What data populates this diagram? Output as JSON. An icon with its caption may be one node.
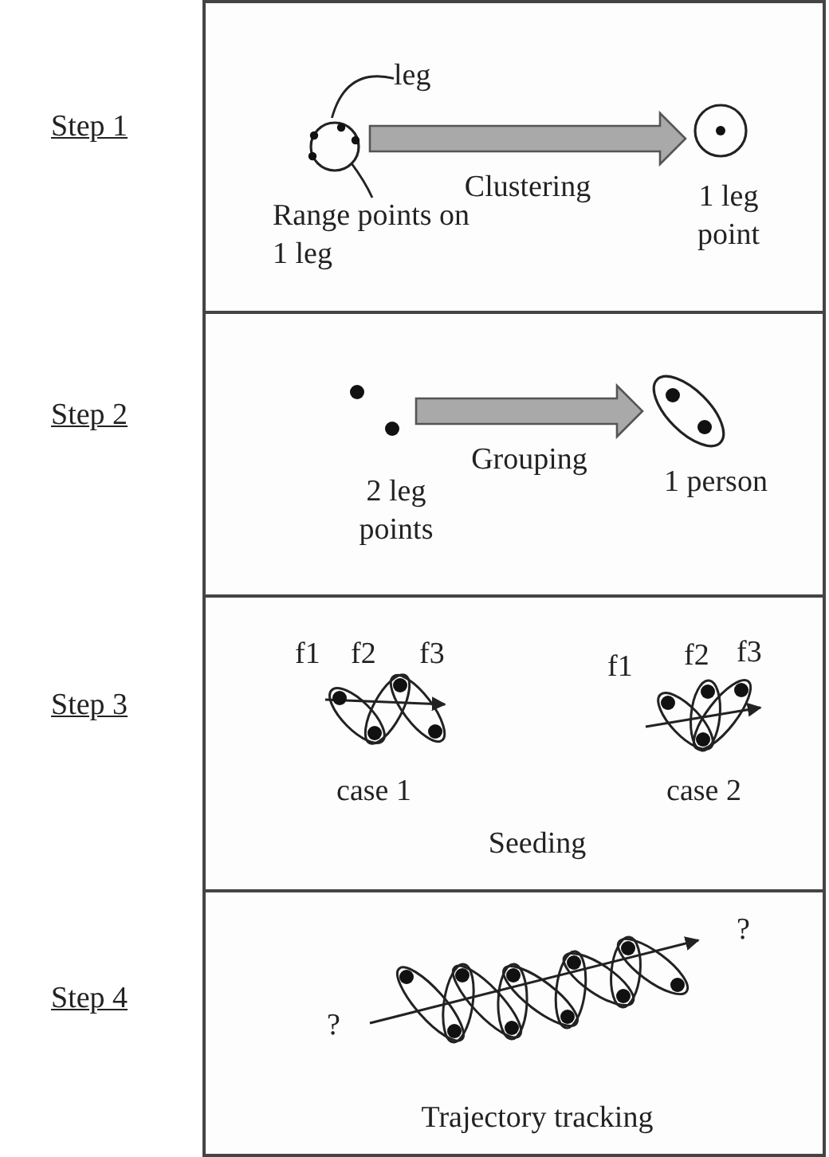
{
  "diagram": {
    "nodes": [
      {
        "text": [
          "Step 1"
        ]
      },
      {
        "text": [
          "leg"
        ],
        "in": 0
      },
      {
        "text": [
          "Range points on 1 leg"
        ],
        "in": 0
      },
      {
        "text": [],
        "shape": "circle",
        "in": 0
      },
      {
        "text": [],
        "shape": "circle",
        "in": 0,
        "beside": [
          "1 leg point"
        ]
      },
      {
        "text": [
          "Step 2"
        ]
      },
      {
        "text": [],
        "shape": "picture",
        "in": 5,
        "beside": [
          "2 leg points"
        ]
      },
      {
        "text": [],
        "shape": "ellipse",
        "in": 5,
        "beside": [
          "1 person"
        ]
      },
      {
        "text": [
          "Step 3"
        ]
      },
      {
        "text": [],
        "shape": "picture",
        "in": 8,
        "beside": [
          "case 1"
        ]
      },
      {
        "text": [],
        "shape": "picture",
        "in": 8,
        "beside": [
          "case 2"
        ]
      },
      {
        "text": [
          "Step 4"
        ]
      },
      {
        "text": [],
        "shape": "picture",
        "in": 11
      }
    ],
    "edges": [
      {
        "from": 1,
        "to": 3,
        "arrow": "none"
      },
      {
        "from": 2,
        "to": 3,
        "arrow": "none"
      },
      {
        "from": 3,
        "to": 4,
        "arrow": "to",
        "label": "Clustering"
      },
      {
        "from": 6,
        "to": 7,
        "arrow": "to",
        "label": "Grouping"
      }
    ],
    "labels": [
      "f1",
      "f2",
      "f3",
      "f1",
      "f2",
      "f3",
      "Seeding",
      "?",
      "?",
      "Trajectory tracking"
    ]
  }
}
